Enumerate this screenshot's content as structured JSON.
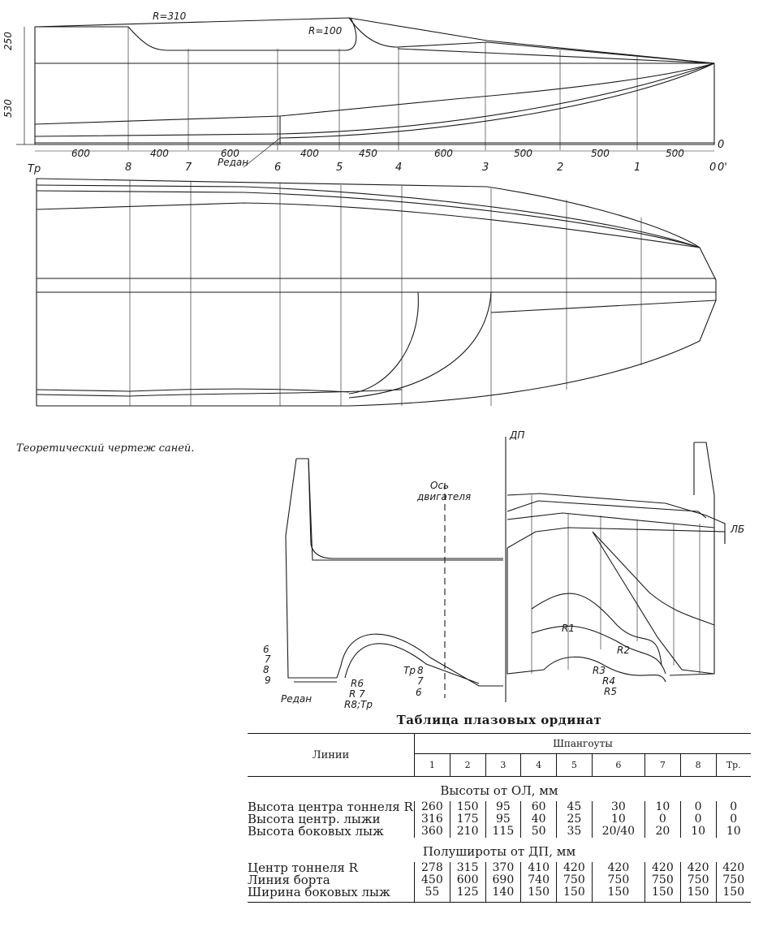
{
  "drawing": {
    "radius_labels": [
      "R=310",
      "R=100"
    ],
    "dims_left": [
      "250",
      "530"
    ],
    "dims_bottom": [
      "600",
      "400",
      "600",
      "400",
      "450",
      "600",
      "500",
      "500",
      "500"
    ],
    "station_labels": [
      "Тр",
      "8",
      "7",
      "6",
      "5",
      "4",
      "3",
      "2",
      "1",
      "0"
    ],
    "redan_label": "Редан",
    "right_marks": [
      "0",
      "0'"
    ]
  },
  "caption": "Теоретический чертеж саней.",
  "body_plan": {
    "dp_label": "ДП",
    "engine_axis": [
      "Ось",
      "двигателя"
    ],
    "lb_label": "ЛБ",
    "left_marks": [
      "6",
      "7",
      "8",
      "9"
    ],
    "redan_label": "Редан",
    "r_left": [
      "R6",
      "R 7",
      "R8;Тр"
    ],
    "tp_marks": [
      "Тр",
      "8",
      "7",
      "6"
    ],
    "r_right": [
      "R1",
      "R2",
      "R3",
      "R4",
      "R5"
    ]
  },
  "table": {
    "title": "Таблица плазовых ординат",
    "lines_header": "Линии",
    "frames_header": "Шпангоуты",
    "columns": [
      "1",
      "2",
      "3",
      "4",
      "5",
      "6",
      "7",
      "8",
      "Тр."
    ],
    "section_heights": "Высоты от ОЛ, мм",
    "rows_heights": [
      {
        "label": "Высота центра тоннеля R",
        "values": [
          "260",
          "150",
          "95",
          "60",
          "45",
          "30",
          "10",
          "0",
          "0"
        ]
      },
      {
        "label": "Высота центр. лыжи",
        "values": [
          "316",
          "175",
          "95",
          "40",
          "25",
          "10",
          "0",
          "0",
          "0"
        ]
      },
      {
        "label": "Высота боковых лыж",
        "values": [
          "360",
          "210",
          "115",
          "50",
          "35",
          "20/40",
          "20",
          "10",
          "10"
        ]
      }
    ],
    "section_widths": "Полушироты от ДП, мм",
    "rows_widths": [
      {
        "label": "Центр тоннеля R",
        "values": [
          "278",
          "315",
          "370",
          "410",
          "420",
          "420",
          "420",
          "420",
          "420"
        ]
      },
      {
        "label": "Линия борта",
        "values": [
          "450",
          "600",
          "690",
          "740",
          "750",
          "750",
          "750",
          "750",
          "750"
        ]
      },
      {
        "label": "Ширина боковых лыж",
        "values": [
          "55",
          "125",
          "140",
          "150",
          "150",
          "150",
          "150",
          "150",
          "150"
        ]
      }
    ]
  }
}
